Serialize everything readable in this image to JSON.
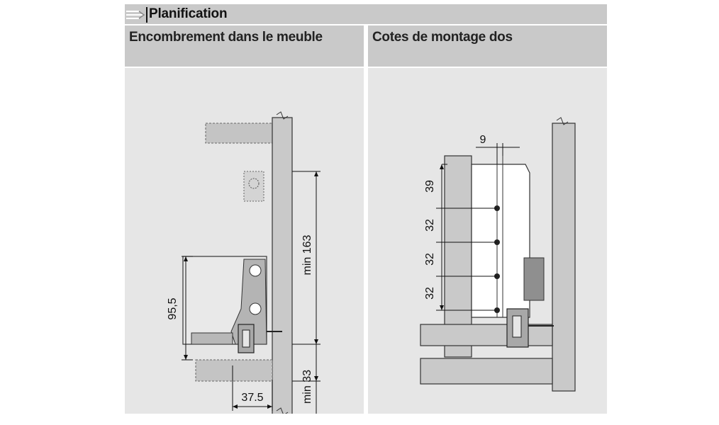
{
  "header": {
    "title": "Planification",
    "icon": "arrow-lines-icon"
  },
  "left_panel": {
    "title": "Encombrement dans le meuble",
    "dims": {
      "height": "95,5",
      "width": "37.5",
      "min_top": "min 163",
      "min_bottom": "min 33"
    }
  },
  "right_panel": {
    "title": "Cotes de montage dos",
    "dims": {
      "offset": "9",
      "top": "39",
      "step1": "32",
      "step2": "32",
      "step3": "32"
    }
  },
  "colors": {
    "header": "#c9c9c9",
    "panel": "#e6e6e6",
    "part": "#bdbdbd",
    "line": "#222222"
  }
}
